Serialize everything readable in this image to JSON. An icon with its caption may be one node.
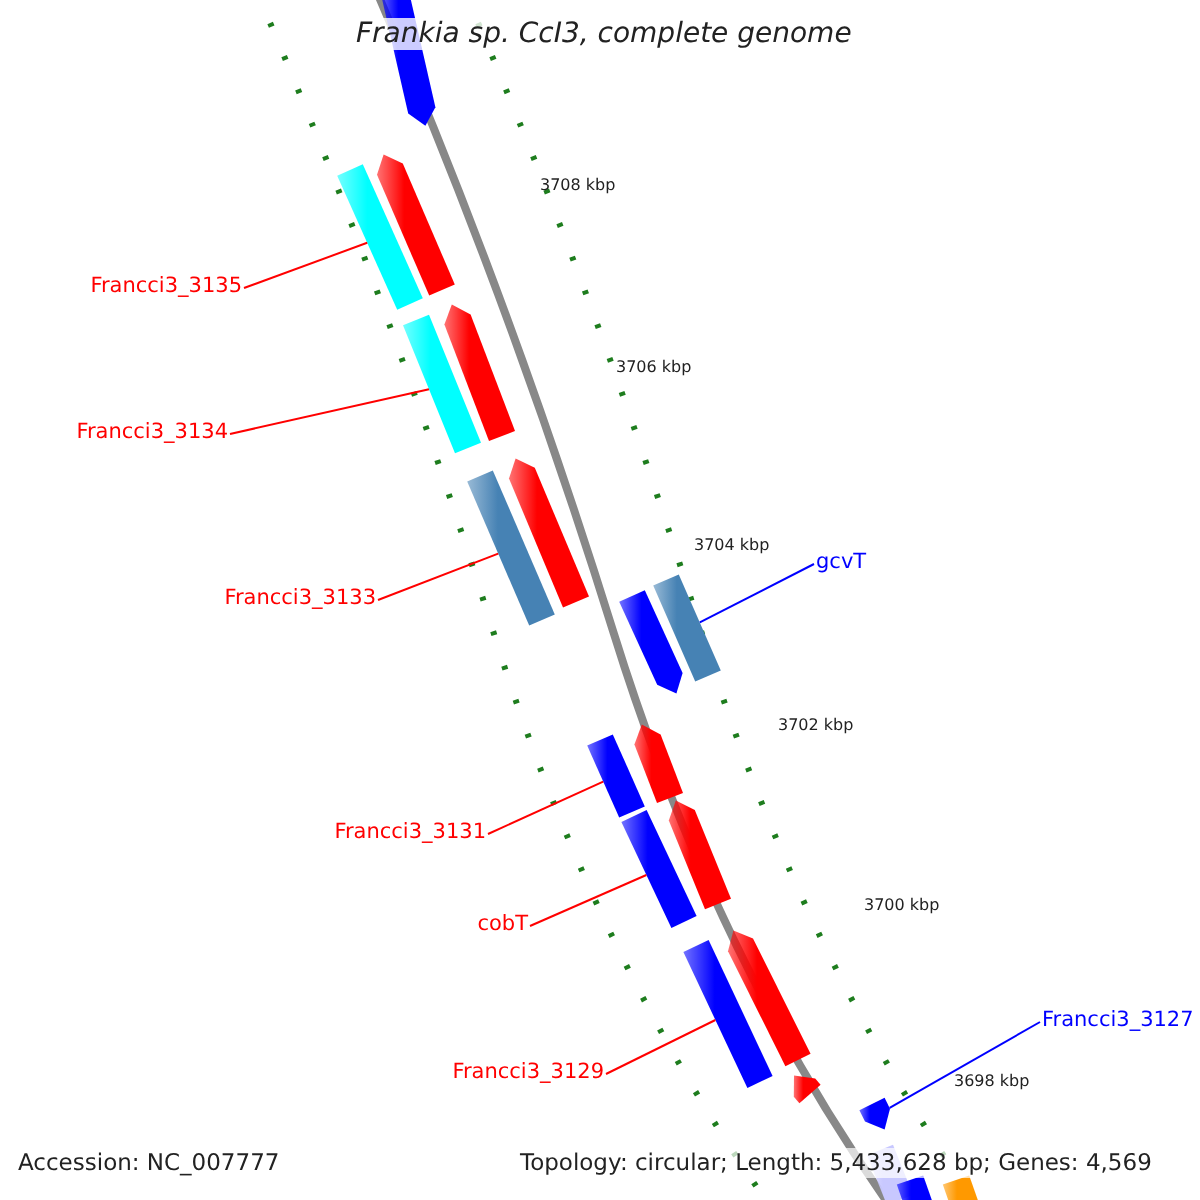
{
  "diagram": {
    "title": "Frankia sp. CcI3, complete genome",
    "nodes": [
      {
        "text": [
          "Francci3_3135"
        ]
      },
      {
        "text": [
          "Francci3_3134"
        ]
      },
      {
        "text": [
          "Francci3_3133"
        ]
      },
      {
        "text": [
          "gcvT"
        ]
      },
      {
        "text": [
          "Francci3_3131"
        ]
      },
      {
        "text": [
          "cobT"
        ]
      },
      {
        "text": [
          "Francci3_3129"
        ]
      },
      {
        "text": [
          "Francci3_3127"
        ]
      },
      {
        "text": [],
        "shape": "bar"
      },
      {
        "text": [],
        "shape": "bar"
      },
      {
        "text": [],
        "shape": "bar"
      },
      {
        "text": [],
        "shape": "bar"
      },
      {
        "text": [],
        "shape": "bar"
      },
      {
        "text": [],
        "shape": "bar"
      },
      {
        "text": [],
        "shape": "bar"
      },
      {
        "text": [],
        "shape": "bar"
      },
      {
        "text": [],
        "shape": "bar"
      },
      {
        "text": [],
        "shape": "bar"
      },
      {
        "text": [],
        "shape": "bar"
      },
      {
        "text": [],
        "shape": "bar"
      },
      {
        "text": [],
        "shape": "bar"
      },
      {
        "text": [],
        "shape": "bar"
      },
      {
        "text": [],
        "shape": "bar"
      },
      {
        "text": [],
        "shape": "bar"
      },
      {
        "text": [],
        "shape": "bar"
      },
      {
        "text": [],
        "shape": "bar"
      },
      {
        "text": [],
        "shape": "bar"
      },
      {
        "text": [],
        "shape": "bar"
      }
    ],
    "edges": [
      {
        "from": 0,
        "to": 9,
        "arrow": "none"
      },
      {
        "from": 1,
        "to": 11,
        "arrow": "none"
      },
      {
        "from": 2,
        "to": 13,
        "arrow": "none"
      },
      {
        "from": 3,
        "to": 16,
        "arrow": "none",
        "color": "#0000ff"
      },
      {
        "from": 4,
        "to": 17,
        "arrow": "none"
      },
      {
        "from": 5,
        "to": 18,
        "arrow": "none"
      },
      {
        "from": 6,
        "to": 21,
        "arrow": "none"
      },
      {
        "from": 7,
        "to": 24,
        "arrow": "none",
        "color": "#0000ff"
      }
    ],
    "labels": [
      "3708 kbp",
      "3706 kbp",
      "3704 kbp",
      "3702 kbp",
      "3700 kbp",
      "3698 kbp",
      "Accession: NC_007777",
      "Topology: circular; Length: 5,433,628 bp; Genes: 4,569"
    ]
  }
}
